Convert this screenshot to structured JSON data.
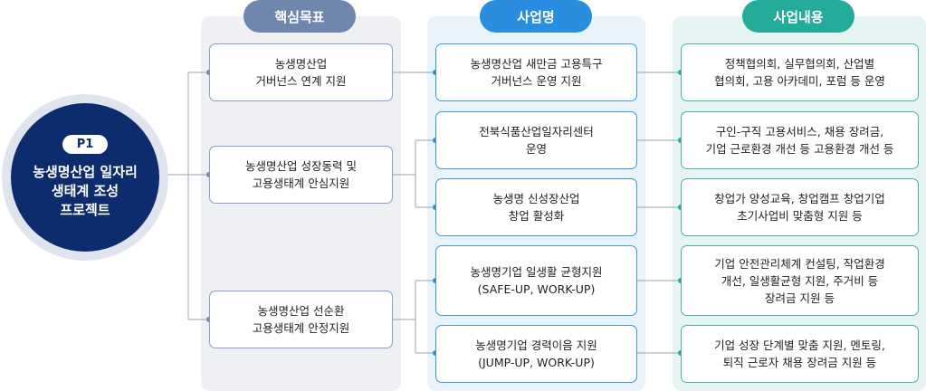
{
  "headers": {
    "goal": "핵심목표",
    "project": "사업명",
    "content": "사업내용"
  },
  "center": {
    "badge": "P1",
    "title": "농생명산업 일자리\n생태계 조성\n프로젝트"
  },
  "goals": [
    "농생명산업\n거버넌스 연계 지원",
    "농생명산업 성장동력 및\n고용생태계 안심지원",
    "농생명산업 선순환\n고용생태계 안정지원"
  ],
  "projects": [
    "농생명산업 새만금 고용특구\n거버넌스 운영 지원",
    "전북식품산업일자리센터\n운영",
    "농생명 신성장산업\n창업 활성화",
    "농생명기업 일생활 균형지원\n(SAFE-UP, WORK-UP)",
    "농생명기업 경력이음 지원\n(JUMP-UP, WORK-UP)"
  ],
  "contents": [
    "정책협의회, 실무협의회, 산업별\n협의회, 고용 아카데미, 포럼 등 운영",
    "구인-구직 고용서비스, 채용 장려금,\n기업 근로환경 개선 등 고용환경 개선 등",
    "창업가 양성교육, 창업캠프 창업기업\n초기사업비 맞춤형 지원 등",
    "기업 안전관리체계 컨설팅, 작업환경\n개선, 일생활균형 지원, 주거비 등\n장려금 지원 등",
    "기업 성장 단계별 맞춤 지원, 멘토링,\n퇴직 근로자 채용 장려금 지원 등"
  ]
}
